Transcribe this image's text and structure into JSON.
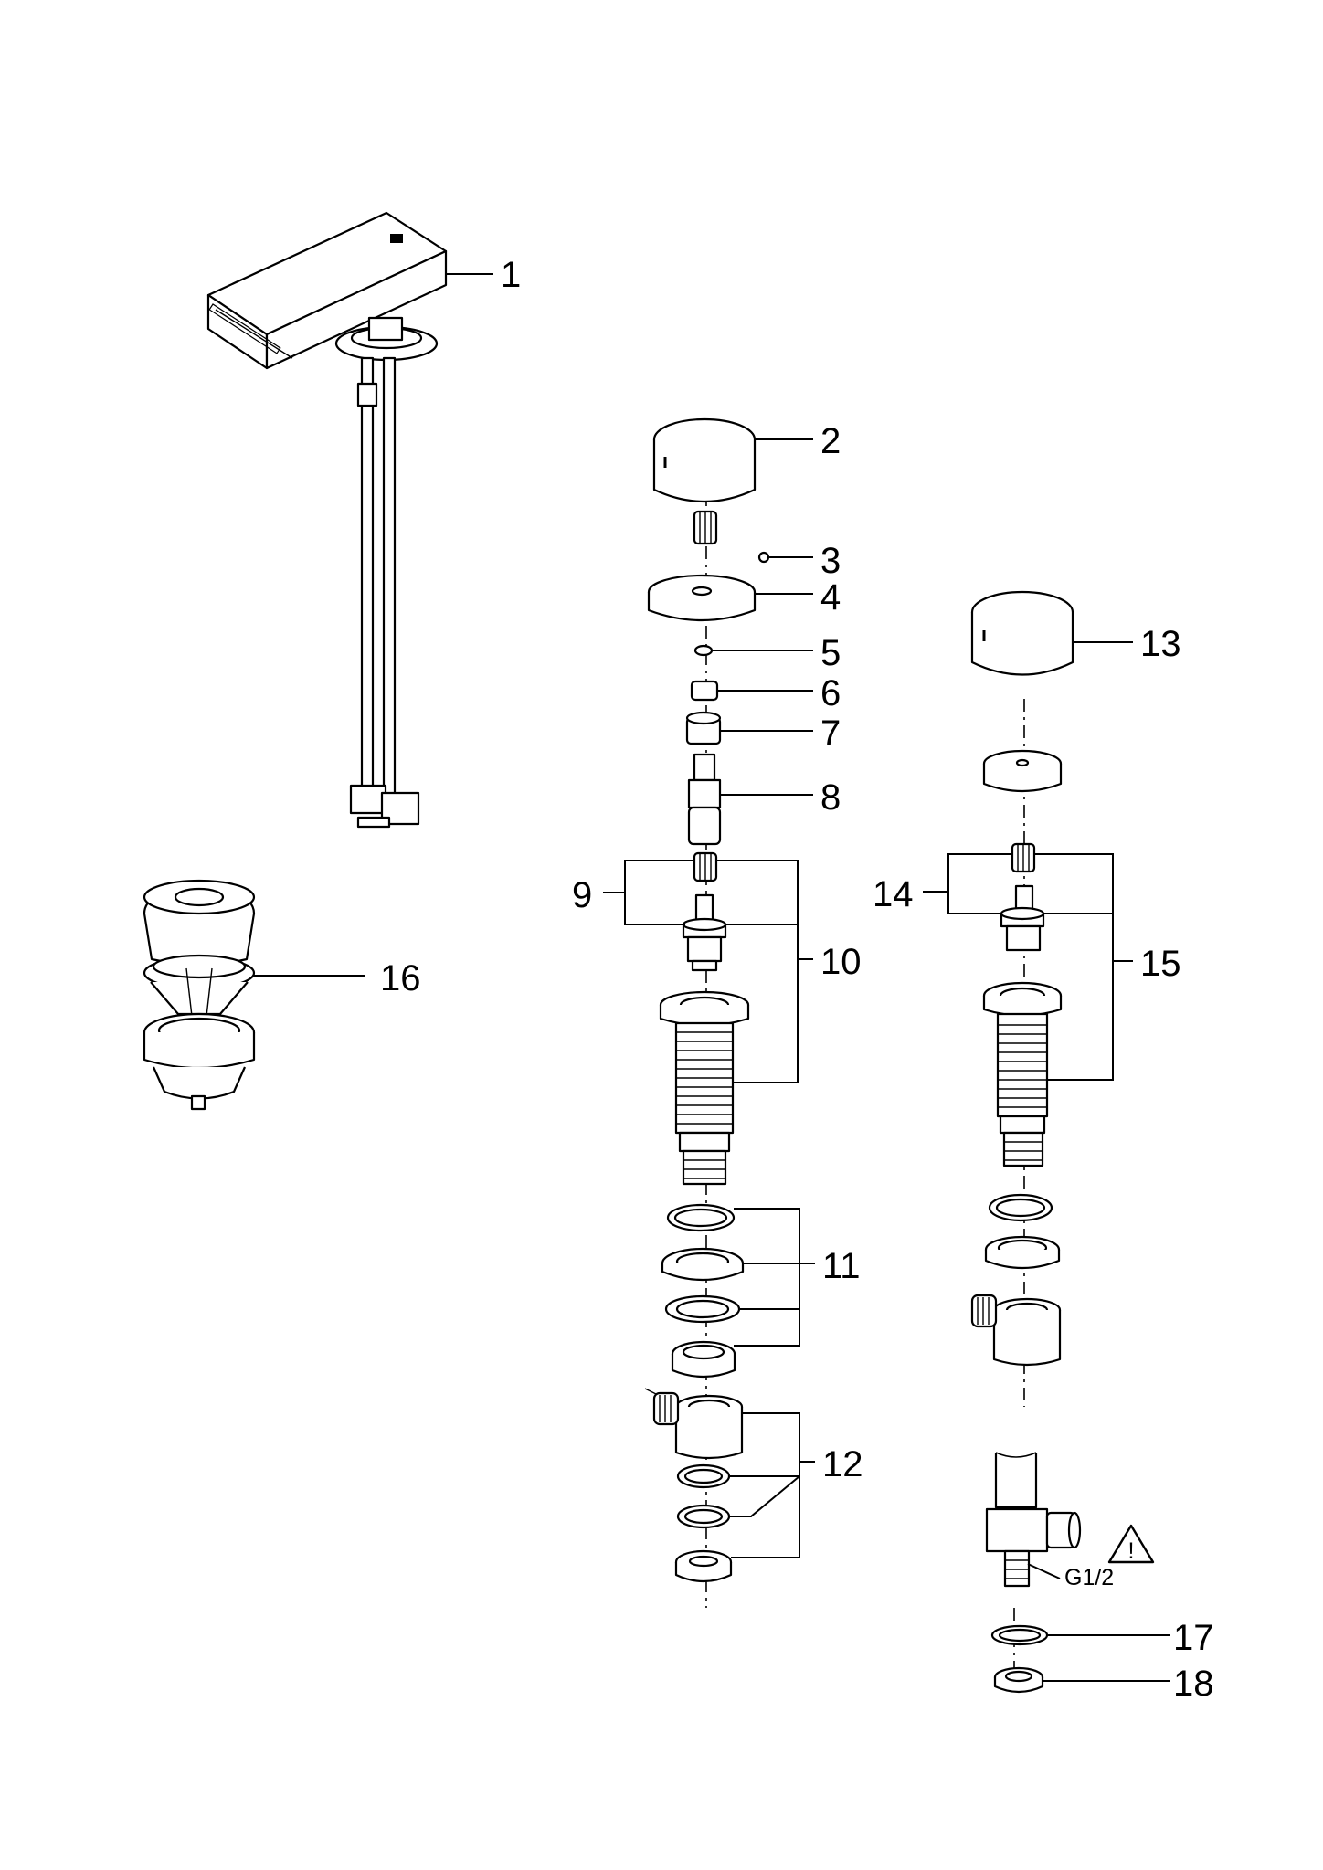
{
  "callouts": {
    "c1": "1",
    "c2": "2",
    "c3": "3",
    "c4": "4",
    "c5": "5",
    "c6": "6",
    "c7": "7",
    "c8": "8",
    "c9": "9",
    "c10": "10",
    "c11": "11",
    "c12": "12",
    "c13": "13",
    "c14": "14",
    "c15": "15",
    "c16": "16",
    "c17": "17",
    "c18": "18"
  },
  "thread_size": "G1/2",
  "warning_symbol": "!",
  "icons": {
    "warning": "warning-triangle-icon",
    "logo": "brand-mark-icon"
  },
  "colors": {
    "line": "#000000",
    "background": "#ffffff"
  }
}
